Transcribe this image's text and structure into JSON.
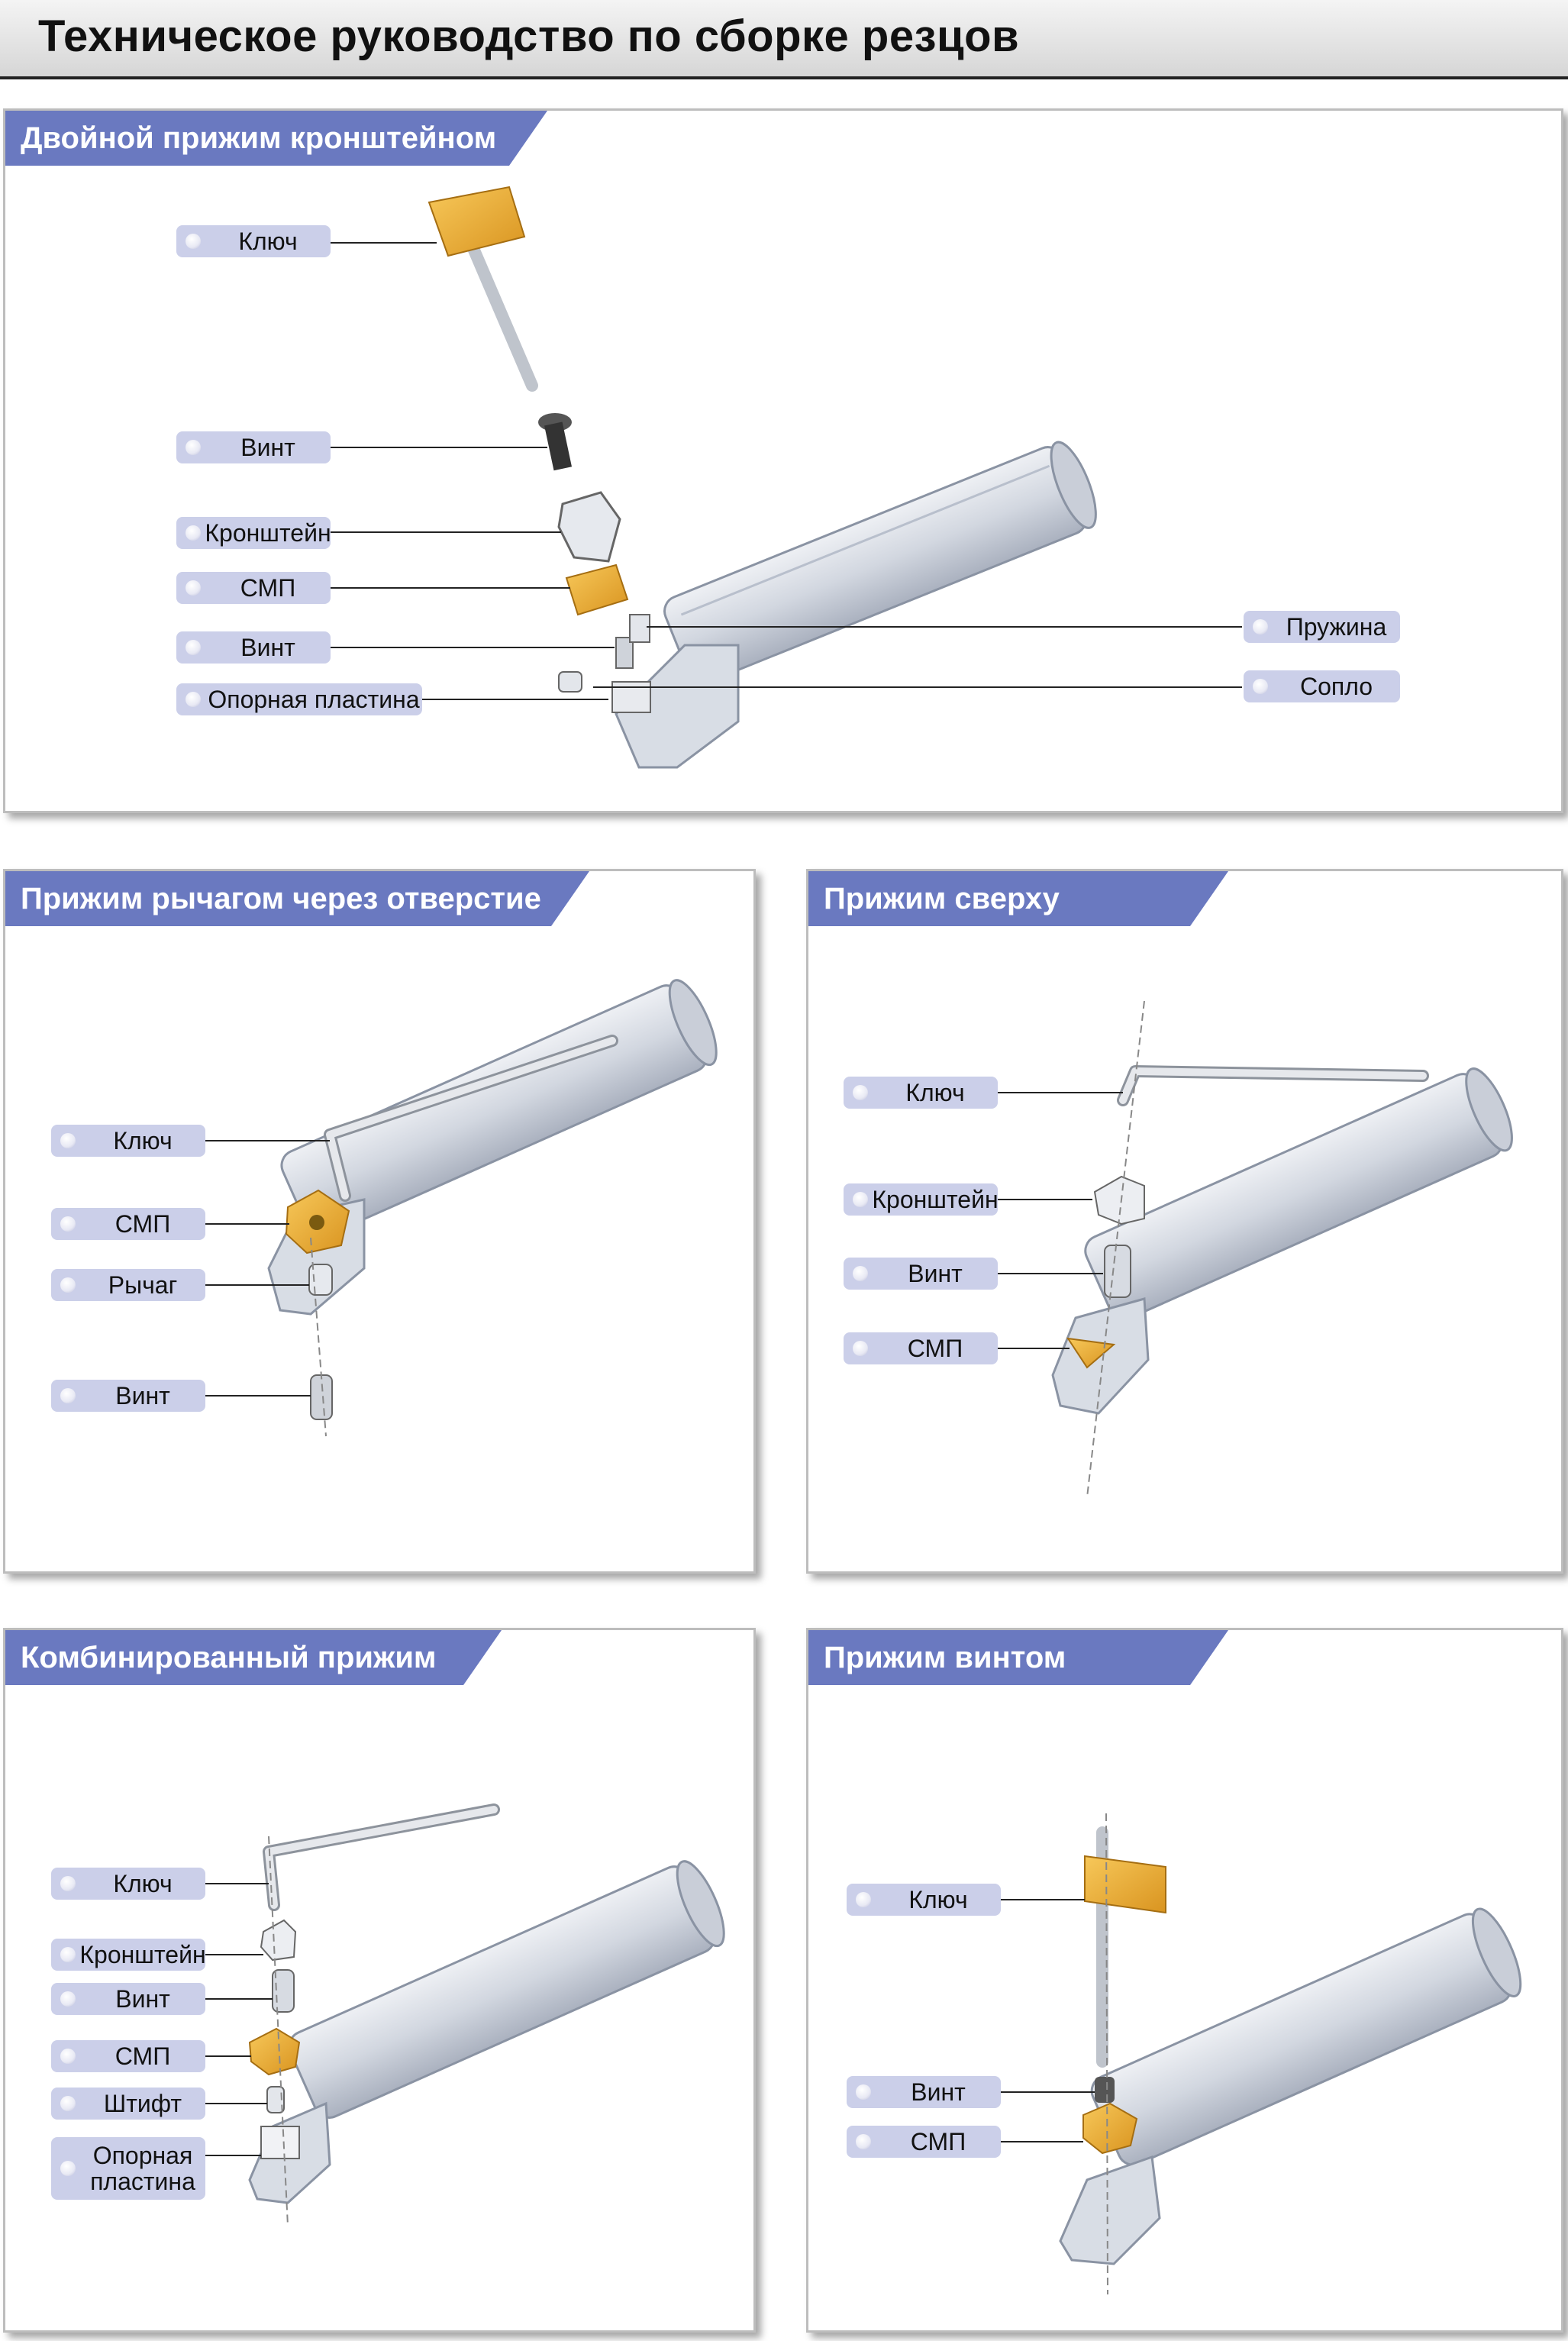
{
  "page_title": "Техническое руководство по сборке резцов",
  "panels": {
    "p1": {
      "title": "Двойной прижим кронштейном",
      "labels": [
        "Ключ",
        "Винт",
        "Кронштейн",
        "СМП",
        "Винт",
        "Опорная пластина",
        "Пружина",
        "Сопло"
      ]
    },
    "p2": {
      "title": "Прижим рычагом через отверстие",
      "labels": [
        "Ключ",
        "СМП",
        "Рычаг",
        "Винт"
      ]
    },
    "p3": {
      "title": "Прижим сверху",
      "labels": [
        "Ключ",
        "Кронштейн",
        "Винт",
        "СМП"
      ]
    },
    "p4": {
      "title": "Комбинированный прижим",
      "labels": [
        "Ключ",
        "Кронштейн",
        "Винт",
        "СМП",
        "Штифт",
        "Опорная",
        "пластина"
      ]
    },
    "p5": {
      "title": "Прижим винтом",
      "labels": [
        "Ключ",
        "Винт",
        "СМП"
      ]
    }
  },
  "colors": {
    "panel_title_bg": "#6a79c0",
    "label_bg": "#cbcfe9",
    "insert_yellow": "#f2b53c",
    "tool_body": "#d3d8e1"
  }
}
